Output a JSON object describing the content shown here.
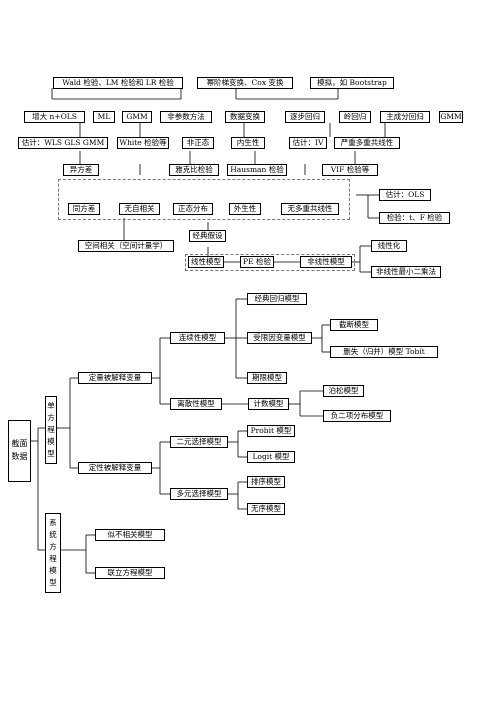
{
  "top": {
    "tests": "Wald 检验、LM 检验和 LR 检验",
    "transform": "幂阶梯变换、Cox 变换",
    "simulation": "模拟，如 Bootstrap",
    "ols": "增大 n+OLS",
    "ml": "ML",
    "gmm": "GMM",
    "nonparam": "非参数方法",
    "datatrans": "数据变换",
    "stepwise": "逐步回归",
    "ridge": "岭回归",
    "pca": "主成分回归",
    "gmm2": "GMM",
    "est_wls": "估计：WLS GLS GMM",
    "white": "White 检验等",
    "nonzero": "非正态",
    "endog": "内生性",
    "est_iv": "估计：IV",
    "multicol": "严重多重共线性",
    "hetero": "异方差",
    "jb": "雅克比检验",
    "hausman": "Hausman 检验",
    "vif": "VIF 检验等"
  },
  "assumptions": {
    "homo": "同方差",
    "noauto": "无自相关",
    "normal": "正态分布",
    "exog": "外生性",
    "nomulti": "无多重共线性",
    "est_ols": "估计：OLS",
    "test_tf": "检验：t、F 检验",
    "spatial": "空间相关（空间计量学）",
    "classic": "经典假设"
  },
  "linearity": {
    "linear": "线性模型",
    "pe": "P<sub>E</sub> 检验",
    "pe_text": "PE 检验",
    "nonlinear": "非线性模型",
    "linearize": "线性化",
    "nls": "非线性最小二乘法"
  },
  "tree": {
    "root": "截面数据",
    "single": "单方程模型",
    "system": "系统方程模型",
    "quant": "定量被解释变量",
    "qual": "定性被解释变量",
    "continuous": "连续性模型",
    "discrete": "离散性模型",
    "classic_reg": "经典回归模型",
    "limited": "受限因变量模型",
    "truncated": "截断模型",
    "censored": "删失（归并）模型 Tobit",
    "duration": "期限模型",
    "count": "计数模型",
    "poisson": "泊松模型",
    "negbin": "负二项分布模型",
    "binary": "二元选择模型",
    "probit": "Probit 模型",
    "logit": "Logit 模型",
    "multi": "多元选择模型",
    "ordered": "排序模型",
    "unordered": "无序模型",
    "sur": "似不相关模型",
    "simul": "联立方程模型"
  }
}
